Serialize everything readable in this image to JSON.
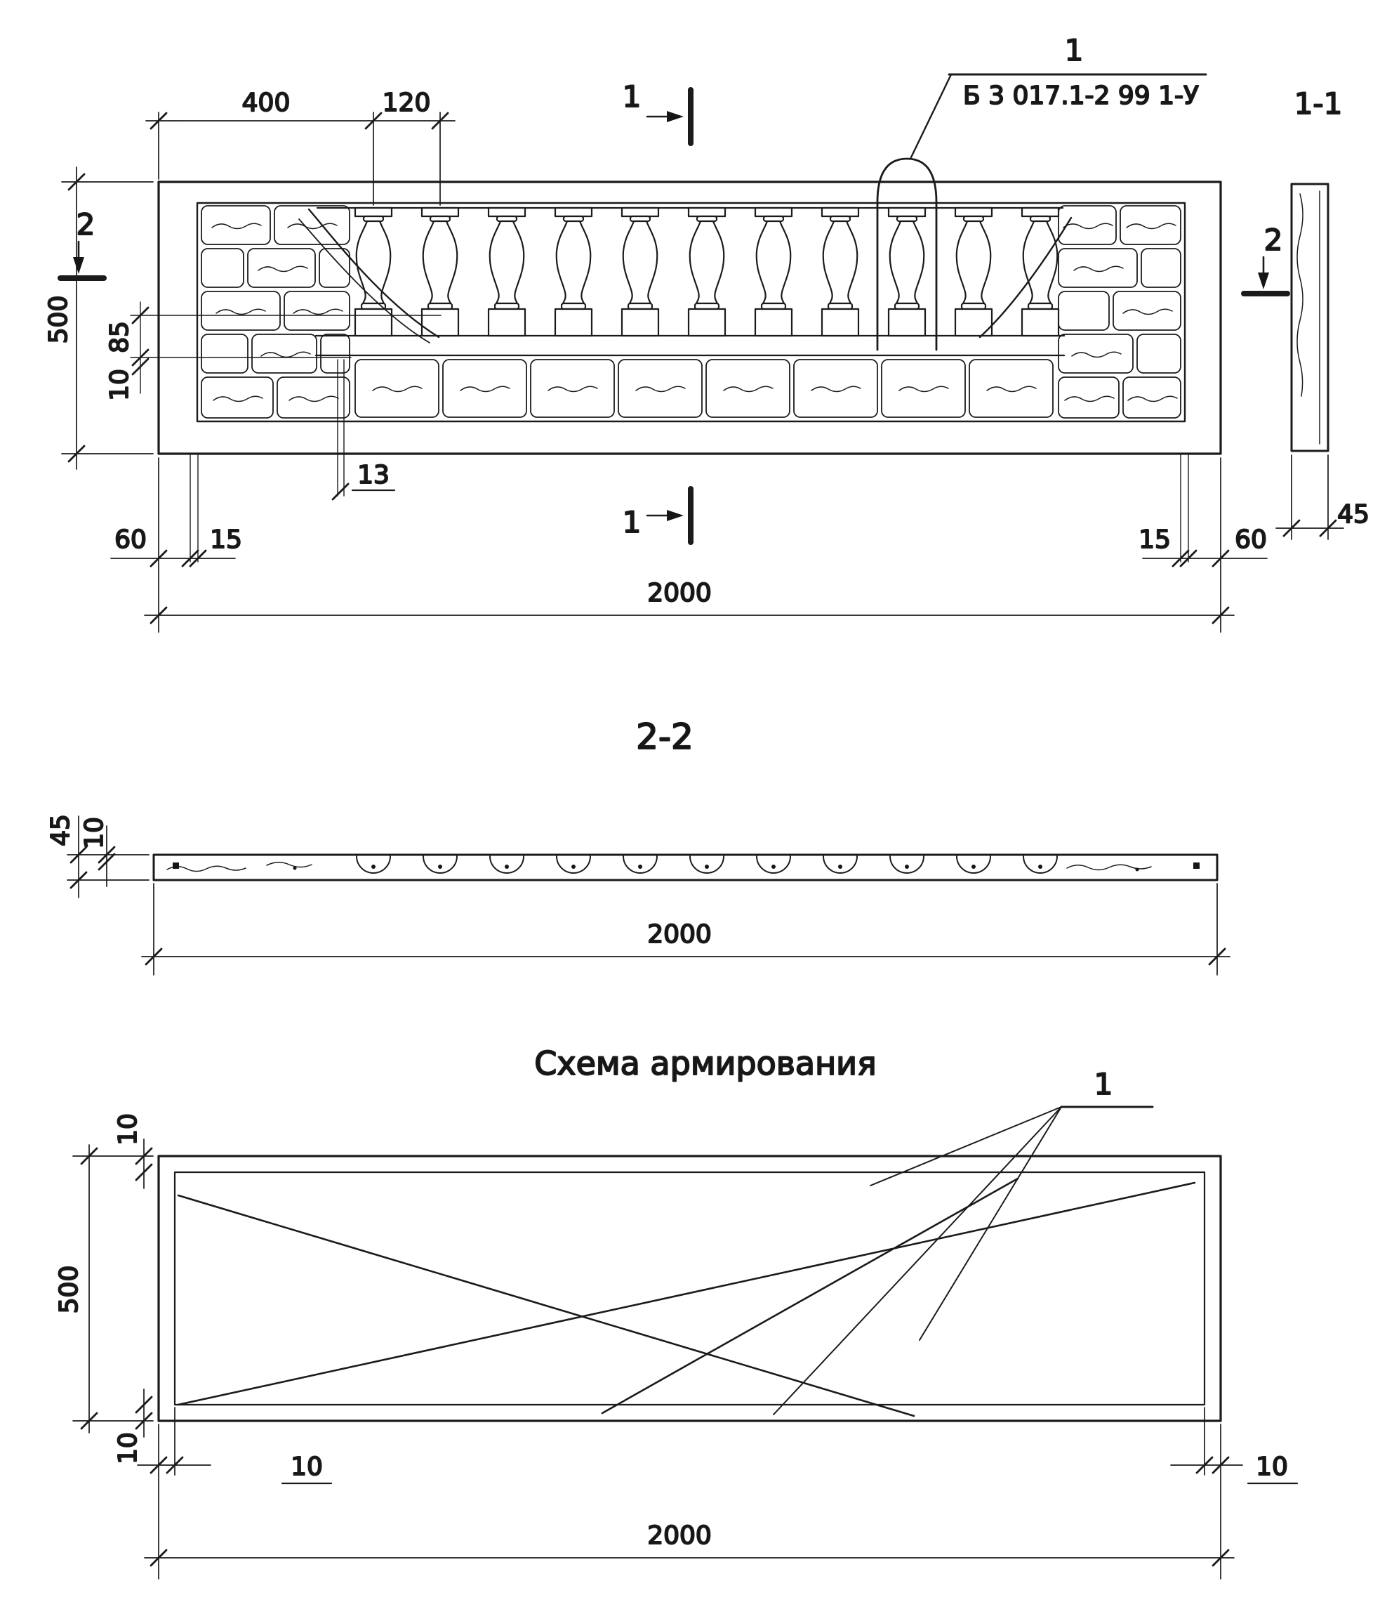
{
  "colors": {
    "ink": "#1b1b1b",
    "paper": "#ffffff"
  },
  "main_view": {
    "dim_top_400": "400",
    "dim_top_120": "120",
    "section_mark_top": "1",
    "section_mark_bottom": "1",
    "section_mark_left": "2",
    "section_mark_right": "2",
    "callout_number": "1",
    "callout_label": "Б 3 017.1-2 99 1-У",
    "dim_left_500": "500",
    "dim_left_85": "85",
    "dim_left_10": "10",
    "dim_13": "13",
    "dim_bottom_left_60": "60",
    "dim_bottom_left_15": "15",
    "dim_bottom_right_15": "15",
    "dim_bottom_right_60": "60",
    "dim_bottom_2000": "2000"
  },
  "section_1_1": {
    "title": "1-1",
    "dim_45": "45"
  },
  "section_2_2": {
    "title": "2-2",
    "dim_left_45": "45",
    "dim_left_10": "10",
    "dim_bottom_2000": "2000"
  },
  "reinforcement": {
    "title": "Схема армирования",
    "callout_number": "1",
    "dim_top_left_10": "10",
    "dim_left_500": "500",
    "dim_bottom_left_10": "10",
    "dim_left_offset_10": "10",
    "dim_right_offset_10": "10",
    "dim_bottom_2000": "2000"
  }
}
